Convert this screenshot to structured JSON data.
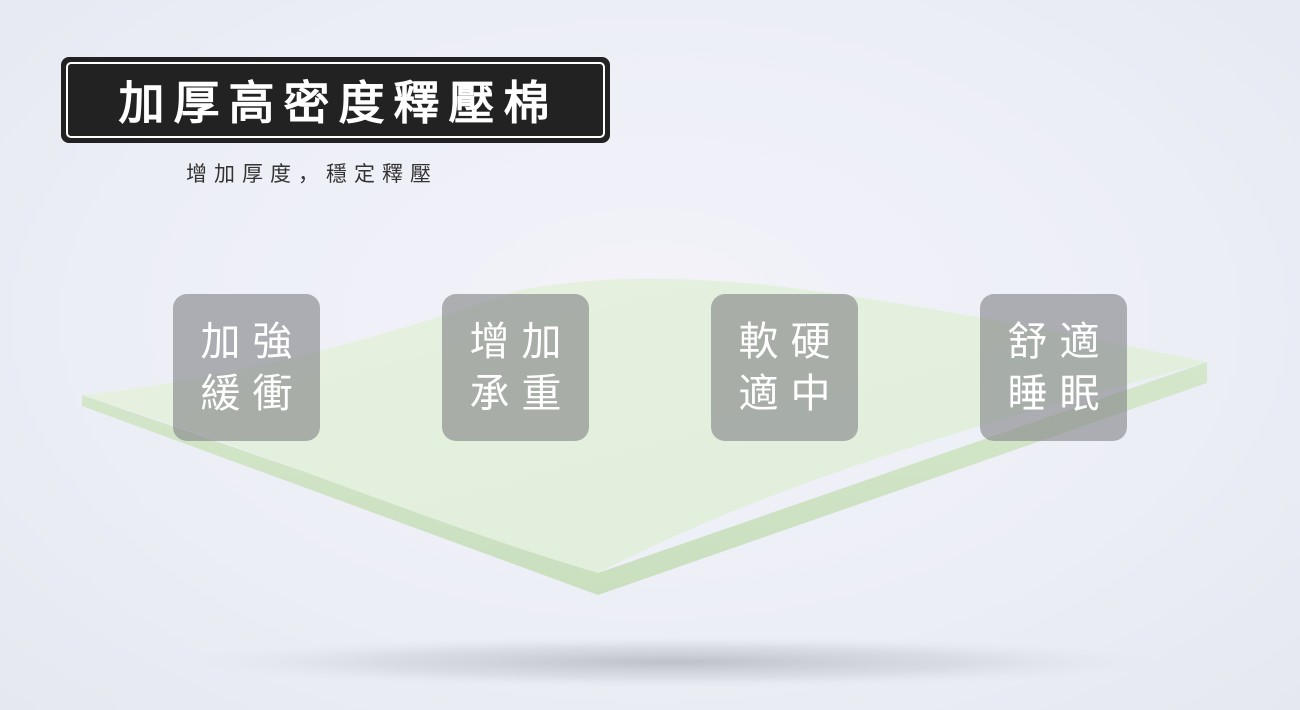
{
  "header": {
    "title": "加厚高密度釋壓棉",
    "subtitle": "增加厚度，穩定釋壓"
  },
  "features": [
    {
      "line1": "加強",
      "line2": "緩衝"
    },
    {
      "line1": "增加",
      "line2": "承重"
    },
    {
      "line1": "軟硬",
      "line2": "適中"
    },
    {
      "line1": "舒適",
      "line2": "睡眠"
    }
  ],
  "colors": {
    "background": "#edeef6",
    "title_box": "#222222",
    "foam": "#e3efdc",
    "badge": "#828488"
  }
}
